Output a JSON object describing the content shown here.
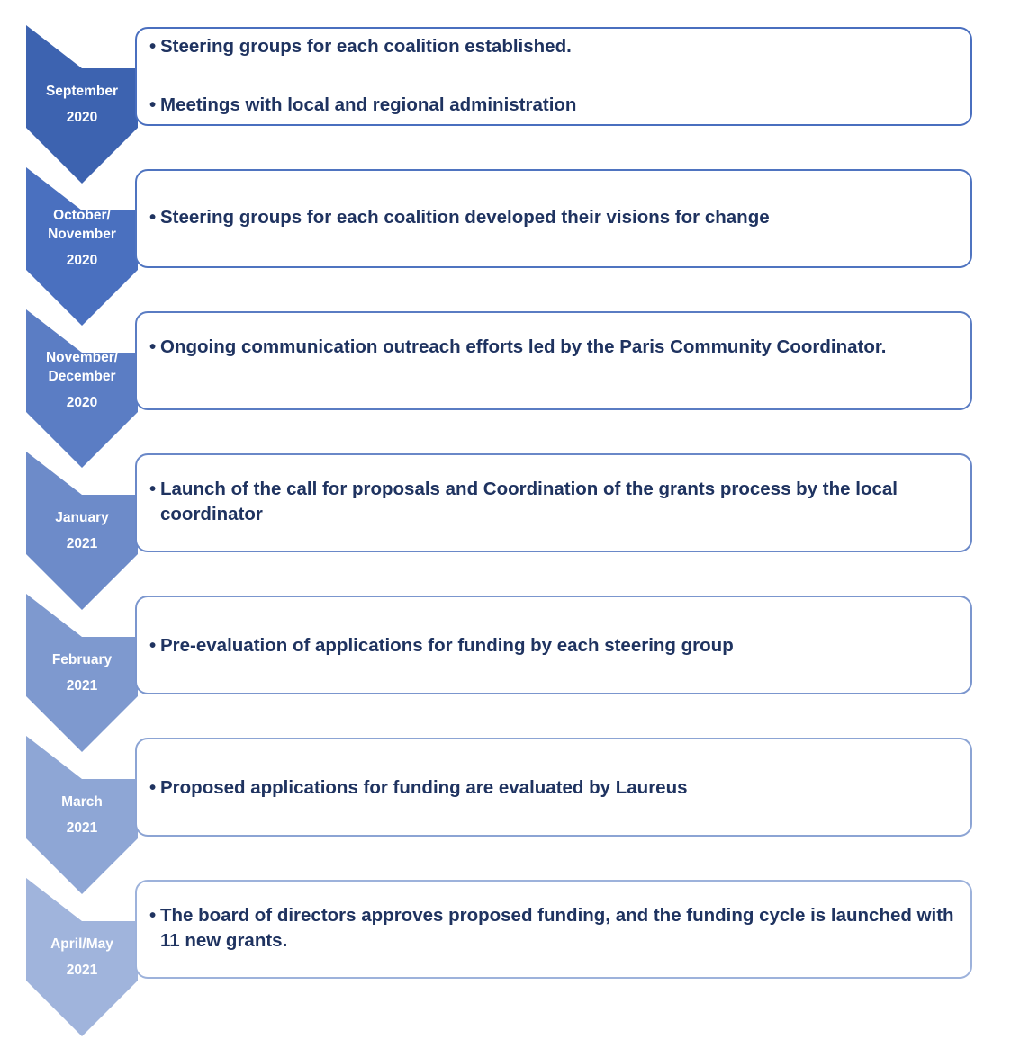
{
  "steps": [
    {
      "date_line1": "September",
      "date_line2": "",
      "year": "2020",
      "color": "#3d63b0",
      "border": "#4a6fbf",
      "bullets": [
        "Steering groups for each coalition established.",
        "Meetings with local and regional administration"
      ]
    },
    {
      "date_line1": "October/",
      "date_line2": "November",
      "year": "2020",
      "color": "#4a70bf",
      "border": "#4f74c0",
      "bullets": [
        "Steering groups for each coalition developed their visions for change"
      ]
    },
    {
      "date_line1": "November/",
      "date_line2": "December",
      "year": "2020",
      "color": "#5b7dc4",
      "border": "#5a7cc3",
      "bullets": [
        "Ongoing communication outreach efforts led by the Paris Community Coordinator."
      ]
    },
    {
      "date_line1": "January",
      "date_line2": "",
      "year": "2021",
      "color": "#6d8bc9",
      "border": "#6a88c8",
      "bullets": [
        "Launch of the call for proposals and Coordination of the grants process by the local coordinator"
      ]
    },
    {
      "date_line1": "February",
      "date_line2": "",
      "year": "2021",
      "color": "#7e99cf",
      "border": "#7b96ce",
      "bullets": [
        "Pre-evaluation of applications for funding by each steering group"
      ]
    },
    {
      "date_line1": "March",
      "date_line2": "",
      "year": "2021",
      "color": "#8ea6d5",
      "border": "#8ca4d4",
      "bullets": [
        "Proposed applications for funding are evaluated by Laureus"
      ]
    },
    {
      "date_line1": "April/May",
      "date_line2": "",
      "year": "2021",
      "color": "#a0b4dc",
      "border": "#9db2db",
      "bullets": [
        "The board of directors approves proposed funding, and the funding cycle is launched with 11 new grants."
      ]
    }
  ]
}
